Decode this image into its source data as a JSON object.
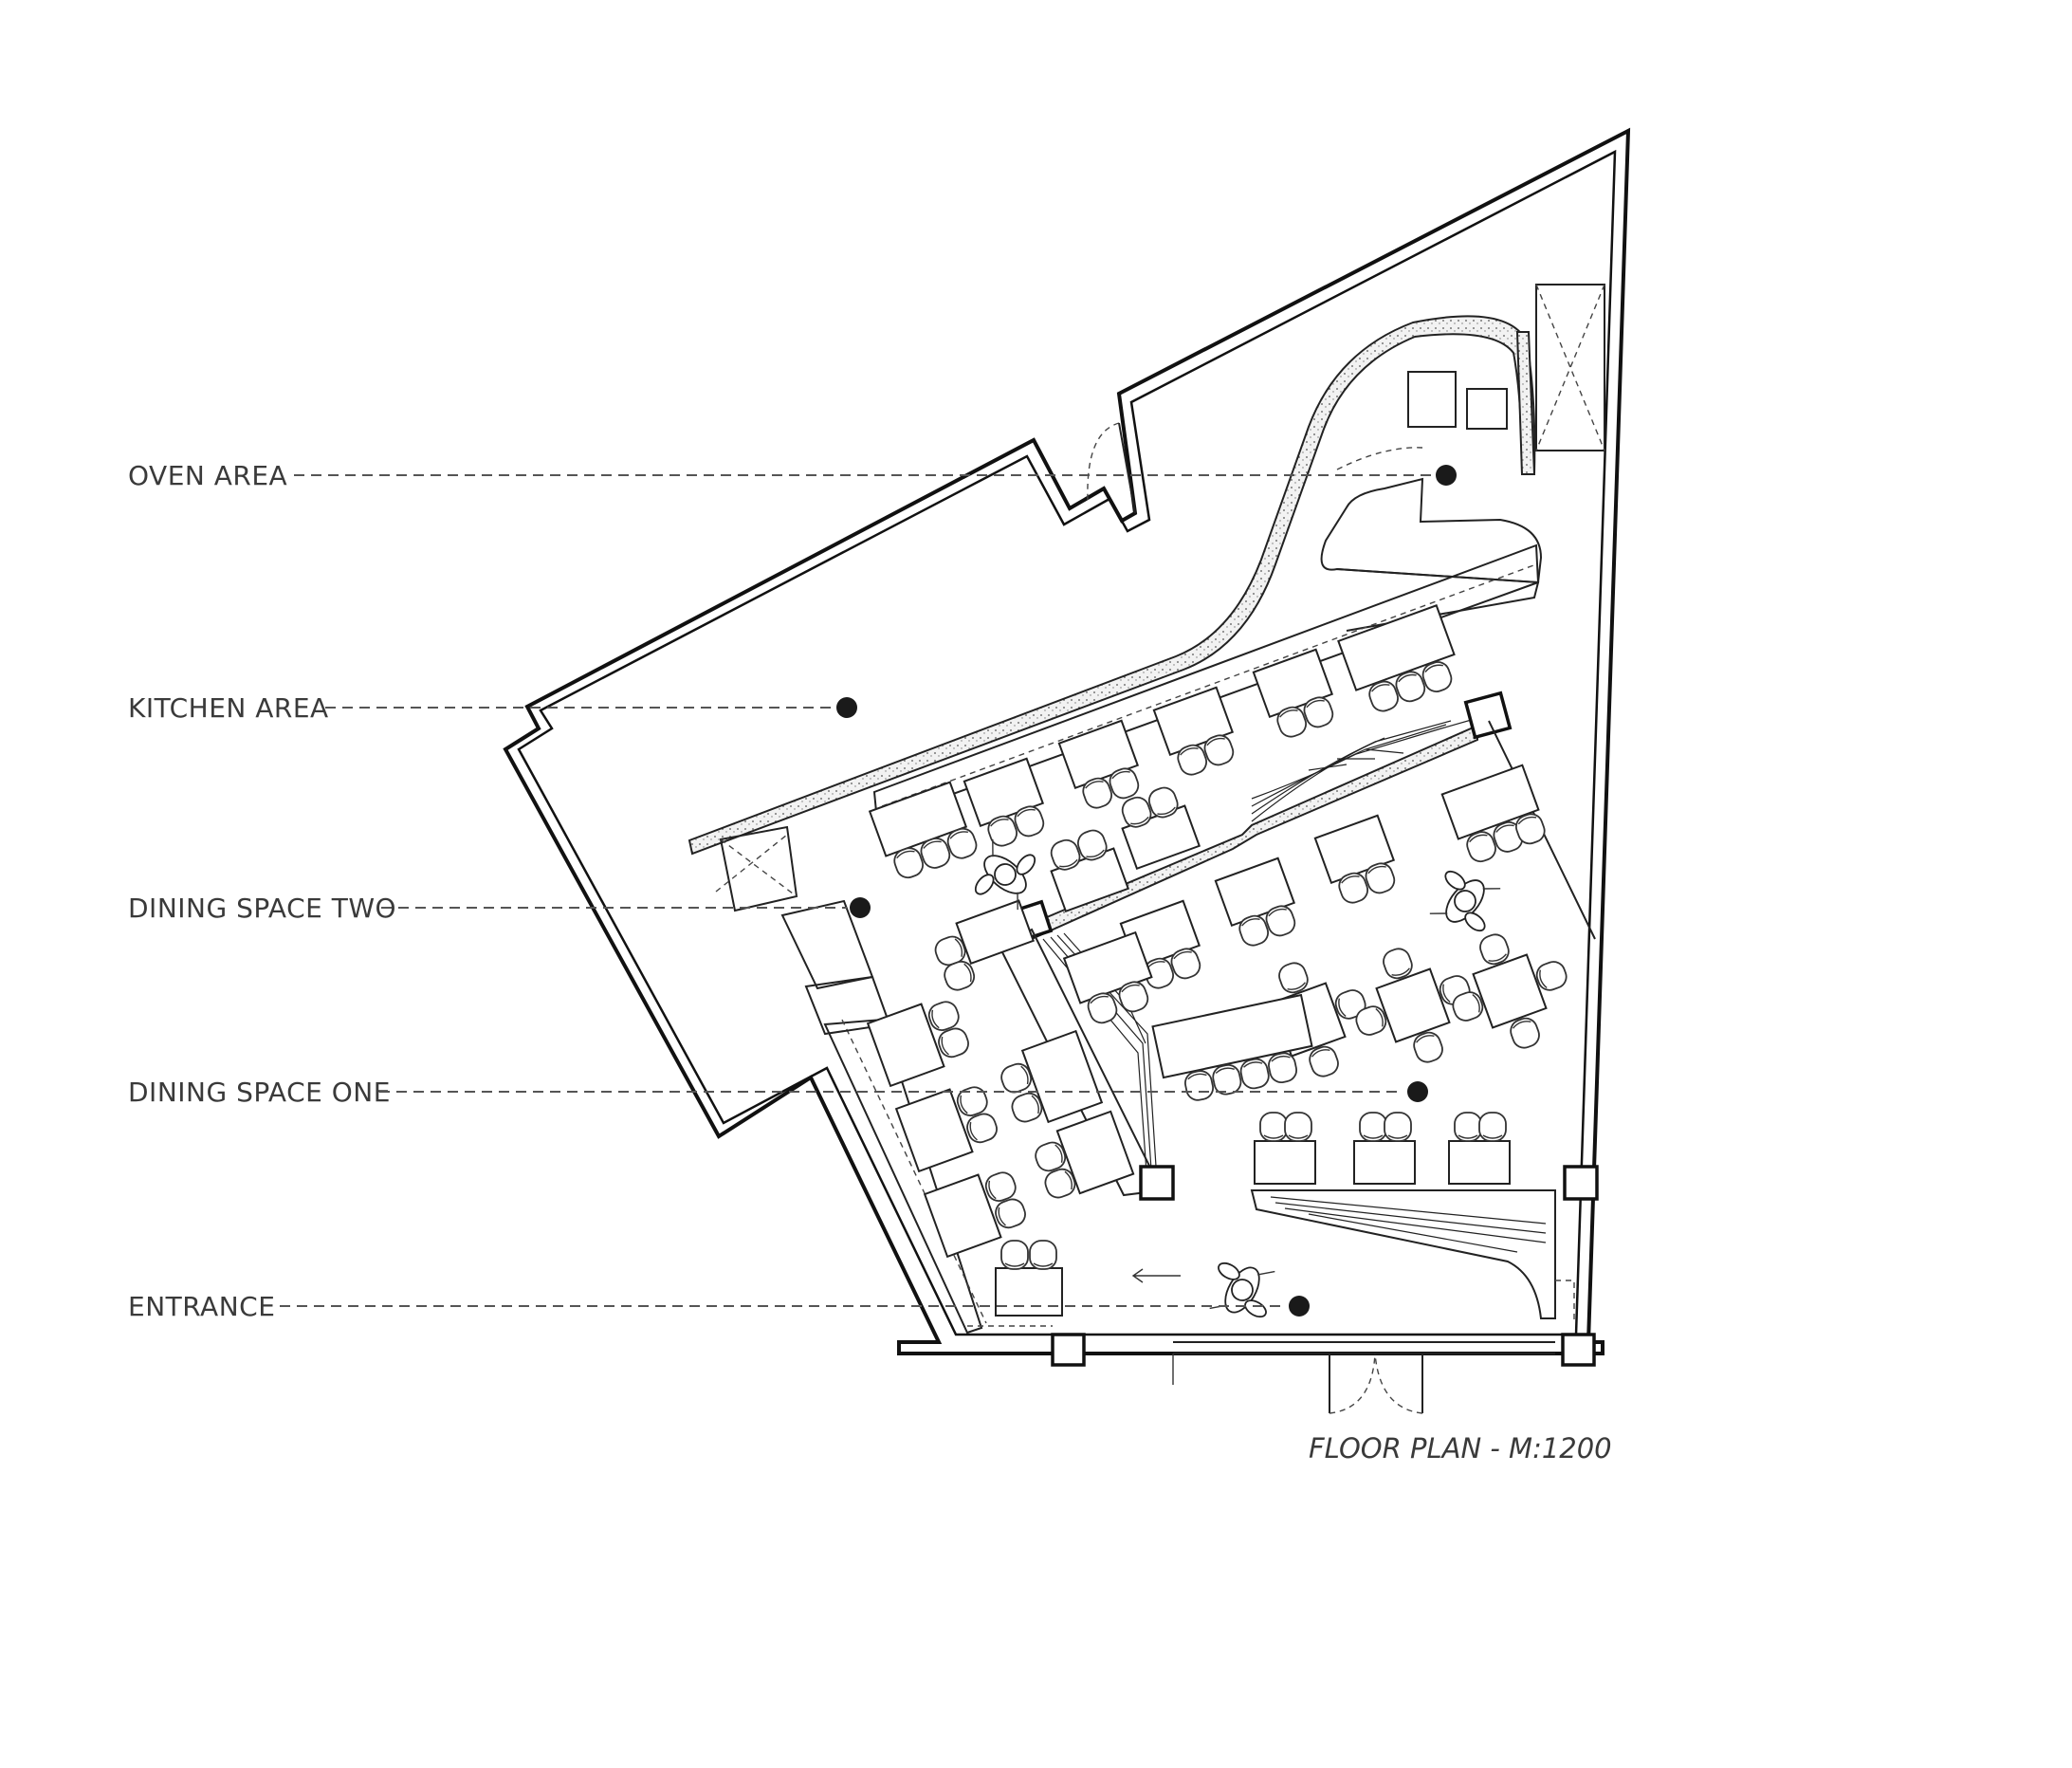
{
  "labels": {
    "oven_area": "OVEN AREA",
    "kitchen_area": "KITCHEN AREA",
    "dining_space_two": "DINING SPACE TWO",
    "dining_space_one": "DINING SPACE ONE",
    "entrance": "ENTRANCE"
  },
  "caption": "FLOOR PLAN - M:1200"
}
